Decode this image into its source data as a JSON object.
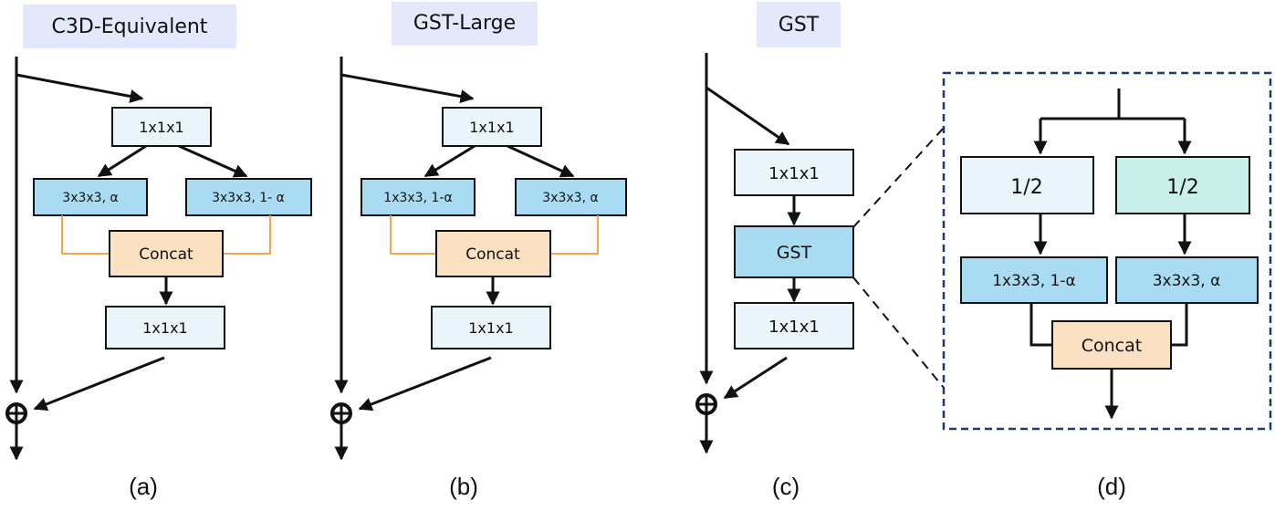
{
  "colors": {
    "title_bg": "#e4e8fb",
    "light_box": "#eaf6fc",
    "blue_box": "#a9dcf3",
    "concat_box": "#fbe0c2",
    "teal_box": "#c9f0ea",
    "concat_line": "#f0a84a",
    "dashed_border": "#1f3a6e",
    "stroke": "#111111"
  },
  "panel_a": {
    "title": "C3D-Equivalent",
    "top": "1x1x1",
    "left_branch": "3x3x3, α",
    "right_branch": "3x3x3, 1- α",
    "concat": "Concat",
    "bottom": "1x1x1",
    "caption": "(a)",
    "add_symbol": "⊕"
  },
  "panel_b": {
    "title": "GST-Large",
    "top": "1x1x1",
    "left_branch": "1x3x3, 1-α",
    "right_branch": "3x3x3, α",
    "concat": "Concat",
    "bottom": "1x1x1",
    "caption": "(b)",
    "add_symbol": "⊕"
  },
  "panel_c": {
    "title": "GST",
    "top": "1x1x1",
    "middle": "GST",
    "bottom": "1x1x1",
    "caption": "(c)",
    "add_symbol": "⊕"
  },
  "panel_d": {
    "left_split": "1/2",
    "right_split": "1/2",
    "left_conv": "1x3x3, 1-α",
    "right_conv": "3x3x3, α",
    "concat": "Concat",
    "caption": "(d)"
  }
}
